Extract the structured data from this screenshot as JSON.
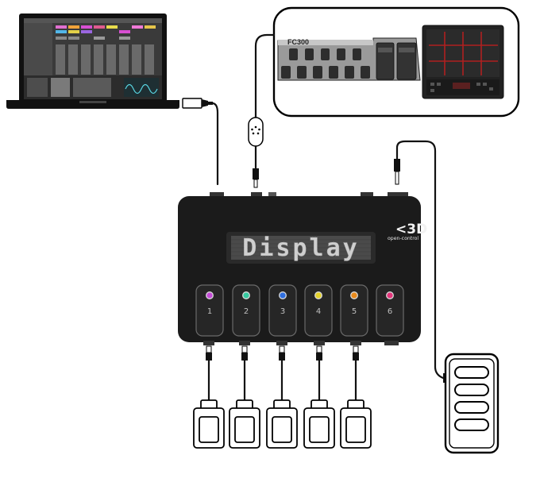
{
  "controller": {
    "display_text": "Display",
    "brand_mark": "<3D",
    "brand_name": "open-control",
    "footswitches": [
      {
        "number": "1",
        "led_color": "#c34bd6"
      },
      {
        "number": "2",
        "led_color": "#36c9a0"
      },
      {
        "number": "3",
        "led_color": "#2f6fe0"
      },
      {
        "number": "4",
        "led_color": "#e4d22a"
      },
      {
        "number": "5",
        "led_color": "#e98a1c"
      },
      {
        "number": "6",
        "led_color": "#e2357a"
      }
    ]
  },
  "midi_pedalboard": {
    "brand": "FC300"
  },
  "colors": {
    "device_body": "#1b1b1b",
    "cable": "#111111",
    "outline": "#000000"
  },
  "icons": [
    "laptop-icon",
    "usb-plug-icon",
    "midi-din-plug-icon",
    "jack-plug-icon",
    "expression-pedal-icon",
    "footswitch-pedal-icon",
    "drum-pad-icon"
  ]
}
